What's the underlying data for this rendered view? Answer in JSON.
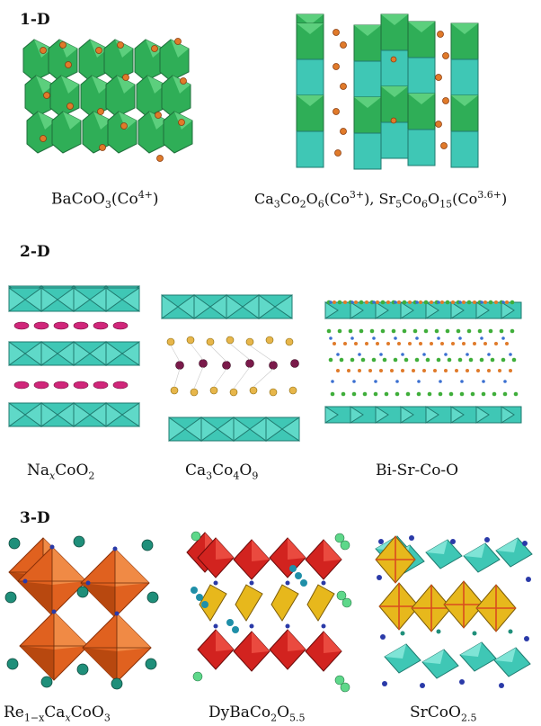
{
  "sections": {
    "one_d": {
      "title": "1-D"
    },
    "two_d": {
      "title": "2-D"
    },
    "three_d": {
      "title": "3-D"
    }
  },
  "captions": {
    "baco": {
      "a": "BaCoO",
      "b": "3",
      "c": "(Co",
      "d": "4+",
      "e": ")"
    },
    "caco": {
      "a": "Ca",
      "b": "3",
      "c": "Co",
      "d": "2",
      "e": "O",
      "f": "6",
      "g": "(Co",
      "h": "3+",
      "i": "), Sr",
      "j": "5",
      "k": "Co",
      "l": "6",
      "m": "O",
      "n": "15",
      "o": "(Co",
      "p": "3.6+",
      "q": ")"
    },
    "naco": {
      "a": "Na",
      "b": "x",
      "c": "CoO",
      "d": "2"
    },
    "ca3co4o9": {
      "a": "Ca",
      "b": "3",
      "c": "Co",
      "d": "4",
      "e": "O",
      "f": "9"
    },
    "bisrco": {
      "a": "Bi-Sr-Co-O"
    },
    "reca": {
      "a": "Re",
      "b": "1−x",
      "c": "Ca",
      "d": "x",
      "e": "CoO",
      "f": "3"
    },
    "dyba": {
      "a": "DyBaCo",
      "b": "2",
      "c": "O",
      "d": "5.5"
    },
    "srco": {
      "a": "SrCoO",
      "b": "2.5"
    }
  },
  "colors": {
    "octa_green": "#2fae57",
    "octa_teal": "#3fc7b5",
    "atom_orange": "#e07a2a",
    "atom_magenta": "#d0267a",
    "atom_gold": "#e7b64a",
    "atom_purple": "#7a1a4a",
    "octa_orange": "#e0611f",
    "octa_red": "#d2231f",
    "octa_yellow": "#e7b81c",
    "atom_teal": "#1f8f7a",
    "atom_blue": "#2a3aa8"
  }
}
